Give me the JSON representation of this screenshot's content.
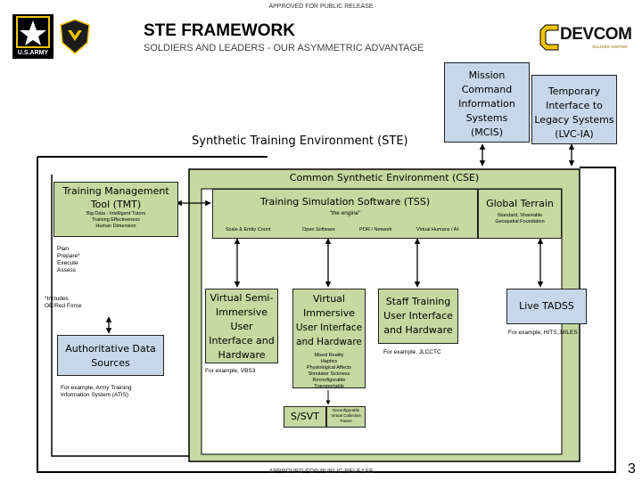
{
  "banner": {
    "top": "APPROVED FOR PUBLIC RELEASE",
    "bottom": "APPROVED FOR PUBLIC RELEASE"
  },
  "header": {
    "title": "STE FRAMEWORK",
    "subtitle": "SOLDIERS AND LEADERS - OUR ASYMMETRIC ADVANTAGE",
    "army_logo_text": "U.S.ARMY",
    "devcom_text": "DEVCOM",
    "devcom_sub": "SOLDIER CENTER"
  },
  "page_number": "3",
  "colors": {
    "green": "#c5d9a0",
    "blue": "#c6d7ea",
    "dark_green": "#3b5f1d",
    "army_gold": "#f2c300"
  },
  "nodes": {
    "ste": "Synthetic Training Environment (STE)",
    "mcis": [
      "Mission",
      "Command",
      "Information",
      "Systems",
      "(MCIS)"
    ],
    "lvcia": [
      "Temporary",
      "Interface to",
      "Legacy Systems",
      "(LVC-IA)"
    ],
    "cse": "Common Synthetic Environment (CSE)",
    "tmt": [
      "Training Management",
      "Tool (TMT)"
    ],
    "tmt_sub": [
      "Big Data - Intelligent Tutors",
      "Training Effectiveness",
      "Human Dimension"
    ],
    "tss": "Training Simulation Software (TSS)",
    "tss_engine": "\"the engine\"",
    "tss_features": [
      "Scale & Entity Count",
      "Open Software",
      "POR / Network",
      "Virtual Humans / AI"
    ],
    "global_terrain": "Global Terrain",
    "global_terrain_sub": [
      "Standard, Shareable",
      "Geospatial Foundation"
    ],
    "plan": [
      "Plan",
      "Prepare*",
      "Execute",
      "Assess"
    ],
    "includes": [
      "*Includes",
      "OE/Red Force"
    ],
    "ads": [
      "Authoritative Data",
      "Sources"
    ],
    "ads_example": [
      "For example, Army Training",
      "Information System (ATIS)"
    ],
    "vsi": [
      "Virtual Semi-",
      "Immersive",
      "User",
      "Interface and",
      "Hardware"
    ],
    "vsi_example": "For example, VBS3",
    "vi": [
      "Virtual",
      "Immersive",
      "User Interface",
      "and Hardware"
    ],
    "vi_sub": [
      "Mixed Reality",
      "Haptics",
      "Physiological Affects",
      "Simulator Sickness",
      "Reconfigurable",
      "Transportable"
    ],
    "svt": "S/SVT",
    "svt_sub": [
      "Reconfigurable",
      "Virtual Collective",
      "Trainer"
    ],
    "staff": [
      "Staff Training",
      "User Interface",
      "and Hardware"
    ],
    "staff_example": "For example, JLCCTC",
    "live": "Live TADSS",
    "live_example": "For example, HITS, MILES"
  }
}
